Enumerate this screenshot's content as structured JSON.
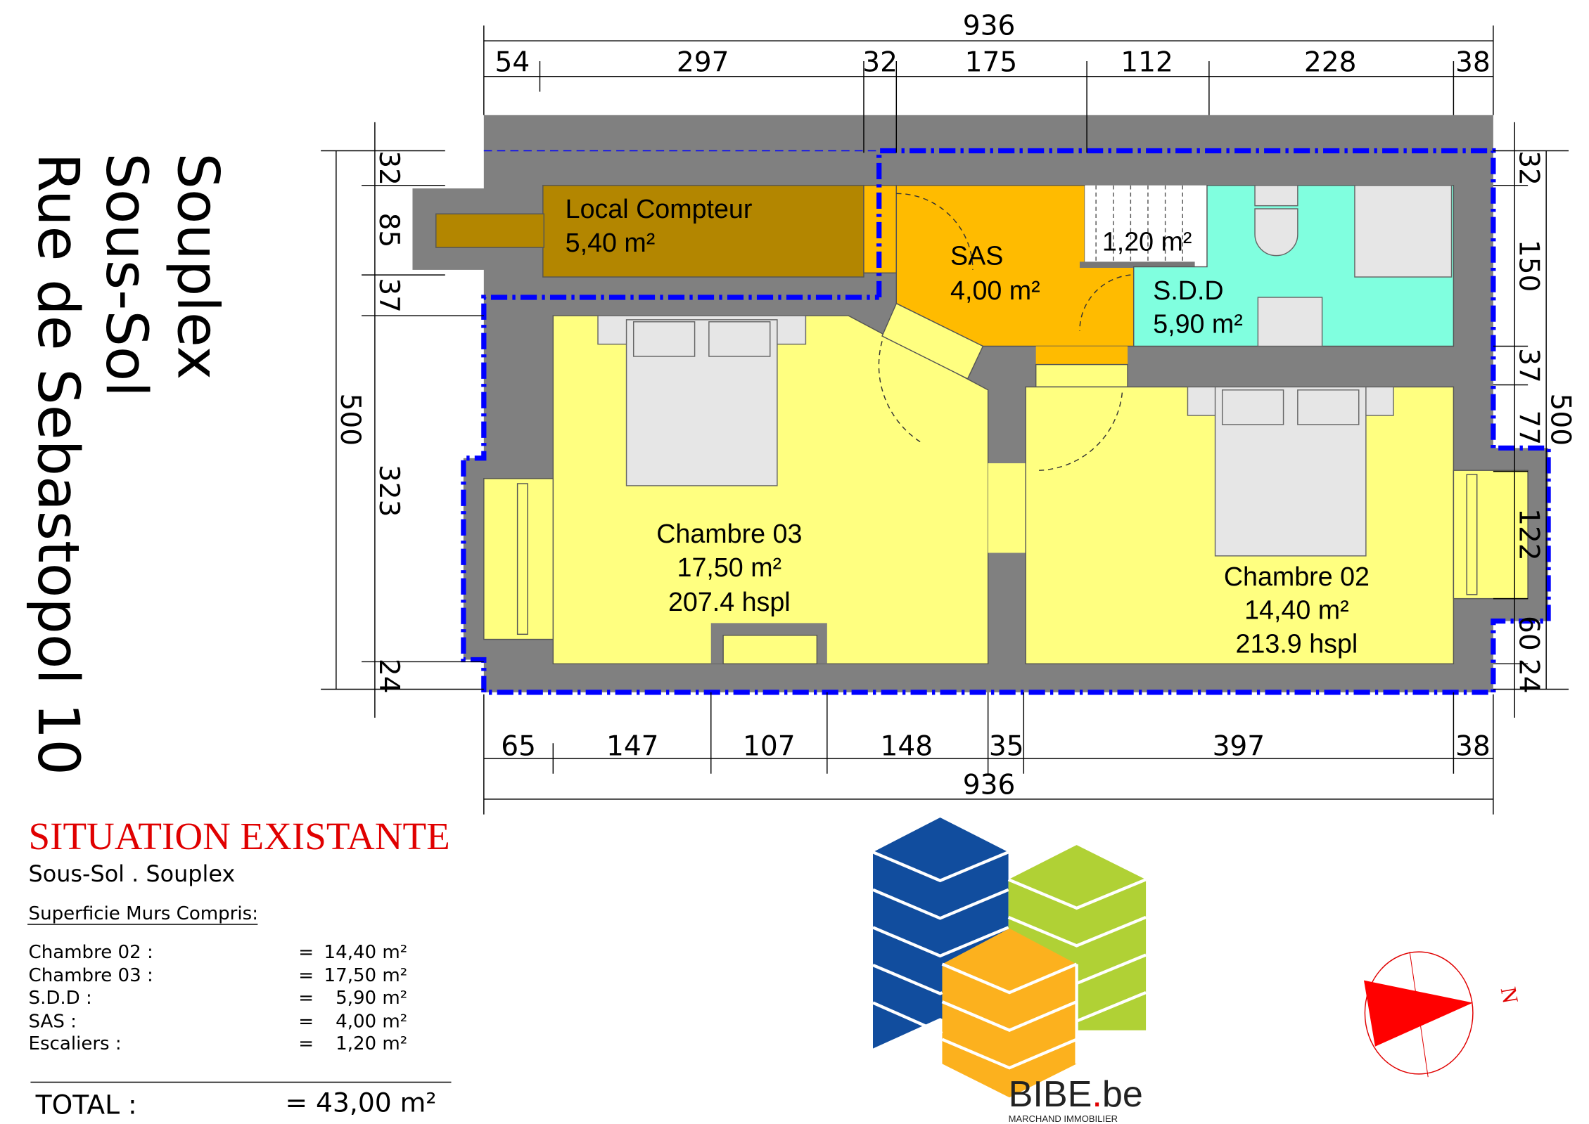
{
  "side_title": [
    "Souplex",
    "Sous-Sol",
    "Rue de Sebastopol 10"
  ],
  "rooms": {
    "local_compteur": {
      "name": "Local Compteur",
      "area": "5,40 m²"
    },
    "sas": {
      "name": "SAS",
      "area": "4,00 m²"
    },
    "escalier": {
      "area": "1,20 m²"
    },
    "sdd": {
      "name": "S.D.D",
      "area": "5,90 m²"
    },
    "chambre03": {
      "name": "Chambre 03",
      "area": "17,50 m²",
      "height": "207.4 hspl"
    },
    "chambre02": {
      "name": "Chambre 02",
      "area": "14,40 m²",
      "height": "213.9 hspl"
    }
  },
  "dims": {
    "top_total": "936",
    "top": [
      "54",
      "297",
      "32",
      "175",
      "112",
      "228",
      "38"
    ],
    "bottom": [
      "65",
      "147",
      "107",
      "148",
      "35",
      "397",
      "38"
    ],
    "bottom_total": "936",
    "left": [
      "32",
      "85",
      "37",
      "323",
      "24"
    ],
    "left_total": "500",
    "right": [
      "32",
      "150",
      "37",
      "77",
      "122",
      "60",
      "24"
    ],
    "right_total": "500"
  },
  "legend": {
    "heading": "SITUATION EXISTANTE",
    "subheading": "Sous-Sol . Souplex",
    "section": "Superficie Murs Compris:",
    "rows": [
      {
        "label": "Chambre 02 :",
        "eq": "=",
        "value": "14,40 m²"
      },
      {
        "label": "Chambre 03 :",
        "eq": "=",
        "value": "17,50 m²"
      },
      {
        "label": "S.D.D :",
        "eq": "=",
        "value": "5,90 m²"
      },
      {
        "label": "SAS :",
        "eq": "=",
        "value": "4,00 m²"
      },
      {
        "label": "Escaliers :",
        "eq": "=",
        "value": "1,20 m²"
      }
    ],
    "total_label": "TOTAL :",
    "total_value": "= 43,00 m²"
  },
  "logo": {
    "name": "BIBE",
    "dot": ".",
    "tld": "be",
    "tagline": "MARCHAND IMMOBILIER"
  },
  "compass": {
    "label": "N"
  },
  "colors": {
    "wall": "#808080",
    "local": "#b38600",
    "sas": "#ffbb00",
    "sdd": "#80ffdf",
    "bedroom": "#ffff80",
    "boundary": "#0000ff",
    "title": "#e00000"
  }
}
